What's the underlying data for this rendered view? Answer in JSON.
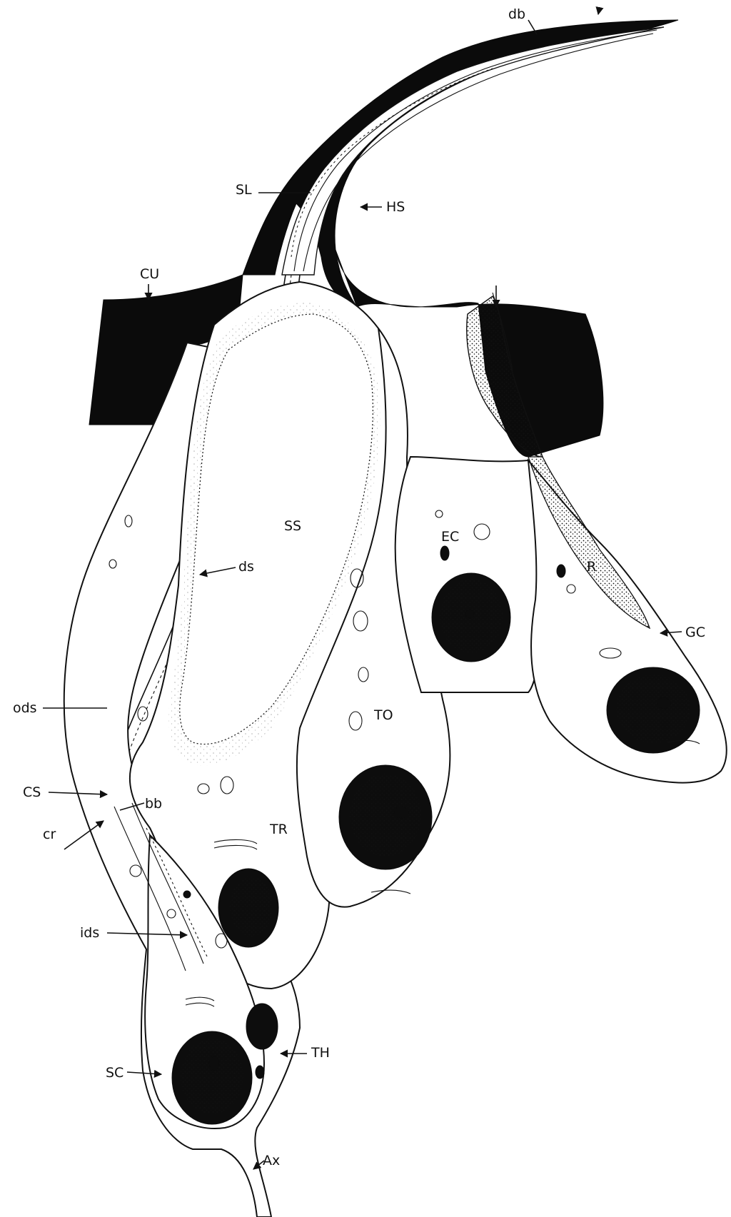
{
  "labels": {
    "db": "db",
    "SL": "SL",
    "HS": "HS",
    "CU": "CU",
    "SS": "SS",
    "ds": "ds",
    "EC": "EC",
    "R": "R",
    "GC": "GC",
    "ods": "ods",
    "TO": "TO",
    "CS": "CS",
    "bb": "bb",
    "cr": "cr",
    "TR": "TR",
    "ids": "ids",
    "TH": "TH",
    "SC": "SC",
    "Ax": "Ax"
  },
  "colors": {
    "ink": "#111111",
    "paper": "#ffffff",
    "cuticle": "#0b0b0b"
  }
}
